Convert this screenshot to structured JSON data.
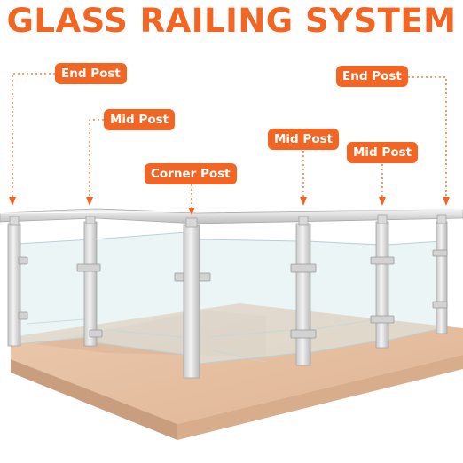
{
  "title": "GLASS RAILING SYSTEM",
  "labels": {
    "end_post_left": "End Post",
    "mid_post_left": "Mid Post",
    "corner_post": "Corner Post",
    "mid_post_center": "Mid Post",
    "mid_post_right": "Mid Post",
    "end_post_right": "End Post"
  },
  "colors": {
    "accent": "#f26522",
    "label_text": "#ffffff",
    "leader_line": "#f26522",
    "post": "#e4e4e4",
    "deck_top": "#e8c3a6",
    "deck_front": "#d9b090",
    "glass": "#dfeef0"
  }
}
